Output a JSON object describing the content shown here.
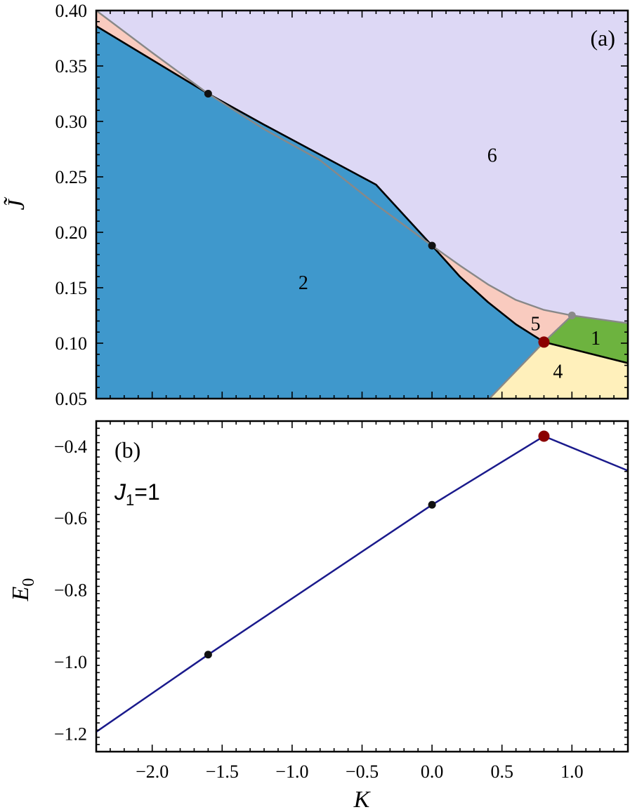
{
  "chart_data": [
    {
      "panel": "(a)",
      "type": "area",
      "xlabel": "K",
      "ylabel": "J̃",
      "xlim": [
        -2.4,
        1.4
      ],
      "ylim": [
        0.05,
        0.4
      ],
      "x_ticks": [
        "−2.0",
        "−1.5",
        "−1.0",
        "−0.5",
        "0.0",
        "0.5",
        "1.0"
      ],
      "y_ticks": [
        "0.05",
        "0.10",
        "0.15",
        "0.20",
        "0.25",
        "0.30",
        "0.35",
        "0.40"
      ],
      "regions": [
        {
          "label": "1",
          "color": "#6db33f",
          "label_at": [
            1.17,
            0.105
          ]
        },
        {
          "label": "2",
          "color": "#3f98cc",
          "label_at": [
            -0.92,
            0.155
          ]
        },
        {
          "label": "4",
          "color": "#fff0bb",
          "label_at": [
            0.9,
            0.075
          ]
        },
        {
          "label": "5",
          "color": "#f9cbbf",
          "label_at": [
            0.74,
            0.118
          ]
        },
        {
          "label": "6",
          "color": "#ddd8f5",
          "label_at": [
            0.43,
            0.27
          ]
        }
      ],
      "boundaries": [
        {
          "name": "2-6 / 2-5 (first order)",
          "color": "#000000",
          "points": [
            [
              -2.4,
              0.386
            ],
            [
              -1.6,
              0.325
            ],
            [
              -1.2,
              0.297
            ],
            [
              -0.8,
              0.27
            ],
            [
              -0.4,
              0.243
            ],
            [
              0.0,
              0.188
            ],
            [
              0.2,
              0.16
            ],
            [
              0.4,
              0.137
            ],
            [
              0.6,
              0.117
            ],
            [
              0.8,
              0.101
            ]
          ]
        },
        {
          "name": "1-4 (first order)",
          "color": "#000000",
          "points": [
            [
              0.8,
              0.101
            ],
            [
              1.4,
              0.082
            ]
          ]
        },
        {
          "name": "5-6",
          "color": "#888888",
          "points": [
            [
              -2.4,
              0.4
            ],
            [
              -2.0,
              0.362
            ],
            [
              -1.6,
              0.325
            ],
            [
              -1.2,
              0.293
            ],
            [
              -0.8,
              0.265
            ],
            [
              -0.4,
              0.225
            ],
            [
              0.0,
              0.188
            ],
            [
              0.2,
              0.17
            ],
            [
              0.4,
              0.153
            ],
            [
              0.6,
              0.139
            ],
            [
              0.8,
              0.13
            ],
            [
              1.0,
              0.125
            ]
          ]
        },
        {
          "name": "1-6",
          "color": "#888888",
          "points": [
            [
              1.0,
              0.125
            ],
            [
              1.4,
              0.118
            ]
          ]
        },
        {
          "name": "1-5",
          "color": "#888888",
          "points": [
            [
              0.8,
              0.101
            ],
            [
              1.0,
              0.125
            ]
          ]
        },
        {
          "name": "2-4 / 4-5",
          "color": "#888888",
          "points": [
            [
              0.41,
              0.05
            ],
            [
              0.8,
              0.101
            ]
          ]
        }
      ],
      "points": [
        {
          "x": -1.6,
          "y": 0.325,
          "color": "#111111"
        },
        {
          "x": 0.0,
          "y": 0.188,
          "color": "#111111"
        },
        {
          "x": 1.0,
          "y": 0.125,
          "color": "#8a8a8a"
        },
        {
          "x": 0.8,
          "y": 0.101,
          "color": "#8b0000",
          "large": true
        }
      ]
    },
    {
      "panel": "(b)",
      "type": "line",
      "xlabel": "K",
      "ylabel": "E0",
      "annotation": "J1=1",
      "xlim": [
        -2.4,
        1.4
      ],
      "ylim": [
        -1.25,
        -0.33
      ],
      "x_ticks": [
        "−2.0",
        "−1.5",
        "−1.0",
        "−0.5",
        "0.0",
        "0.5",
        "1.0"
      ],
      "y_ticks": [
        "−0.4",
        "−0.6",
        "−0.8",
        "−1.0",
        "−1.2"
      ],
      "series": [
        {
          "color": "#1a1a8c",
          "x": [
            -2.4,
            -1.6,
            0.0,
            0.8,
            1.4
          ],
          "y": [
            -1.195,
            -0.98,
            -0.563,
            -0.372,
            -0.468
          ]
        }
      ],
      "points": [
        {
          "x": -1.6,
          "y": -0.98,
          "color": "#111111"
        },
        {
          "x": 0.0,
          "y": -0.563,
          "color": "#111111"
        },
        {
          "x": 0.8,
          "y": -0.372,
          "color": "#8b0000",
          "large": true
        }
      ]
    }
  ]
}
